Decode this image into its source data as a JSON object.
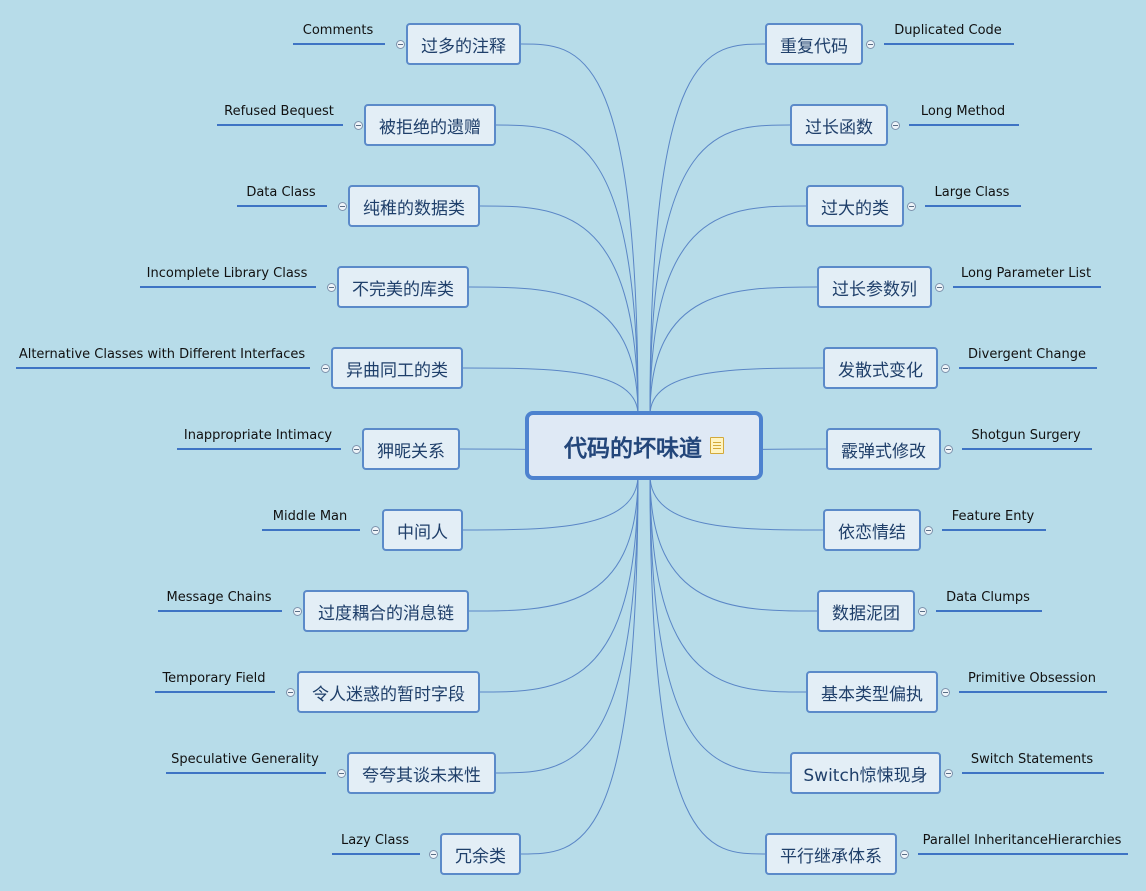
{
  "center": {
    "title": "代码的坏味道",
    "icon": "note-icon"
  },
  "left": [
    {
      "cn": "过多的注释",
      "en": "Comments"
    },
    {
      "cn": "被拒绝的遗赠",
      "en": "Refused Bequest"
    },
    {
      "cn": "纯稚的数据类",
      "en": "Data Class"
    },
    {
      "cn": "不完美的库类",
      "en": "Incomplete Library Class"
    },
    {
      "cn": "异曲同工的类",
      "en": "Alternative Classes with Different Interfaces"
    },
    {
      "cn": "狎昵关系",
      "en": "Inappropriate Intimacy"
    },
    {
      "cn": "中间人",
      "en": "Middle Man"
    },
    {
      "cn": "过度耦合的消息链",
      "en": "Message Chains"
    },
    {
      "cn": "令人迷惑的暂时字段",
      "en": "Temporary Field"
    },
    {
      "cn": "夸夸其谈未来性",
      "en": "Speculative Generality"
    },
    {
      "cn": "冗余类",
      "en": "Lazy Class"
    }
  ],
  "right": [
    {
      "cn": "重复代码",
      "en": "Duplicated Code"
    },
    {
      "cn": "过长函数",
      "en": "Long Method"
    },
    {
      "cn": "过大的类",
      "en": "Large Class"
    },
    {
      "cn": "过长参数列",
      "en": "Long Parameter List"
    },
    {
      "cn": "发散式变化",
      "en": "Divergent Change"
    },
    {
      "cn": "霰弹式修改",
      "en": "Shotgun Surgery"
    },
    {
      "cn": "依恋情结",
      "en": "Feature Enty"
    },
    {
      "cn": "数据泥团",
      "en": "Data Clumps"
    },
    {
      "cn": "基本类型偏执",
      "en": "Primitive Obsession"
    },
    {
      "cn": "Switch惊悚现身",
      "en": "Switch Statements"
    },
    {
      "cn": "平行继承体系",
      "en": "Parallel InheritanceHierarchies"
    }
  ],
  "colors": {
    "background": "#b7dce9",
    "link": "#5a86c6",
    "border": "#5b8ac9",
    "underline": "#3e74c4"
  }
}
